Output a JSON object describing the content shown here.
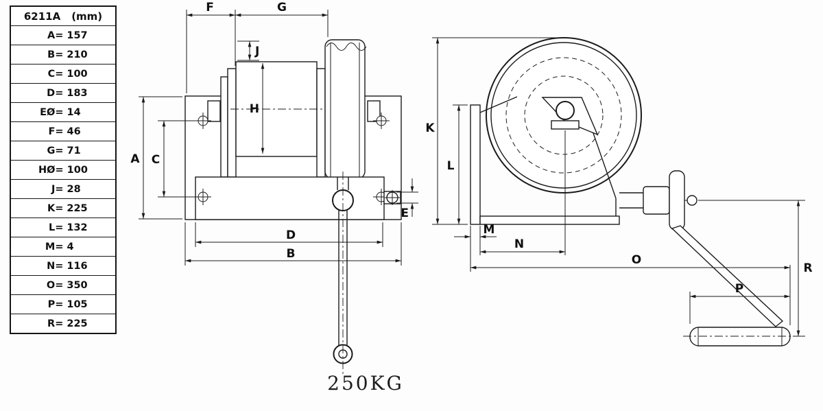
{
  "table": {
    "header": {
      "model": "6211A",
      "unit": "(mm)"
    },
    "rows": [
      {
        "label": "A=",
        "value": "157"
      },
      {
        "label": "B=",
        "value": "210"
      },
      {
        "label": "C=",
        "value": "100"
      },
      {
        "label": "D=",
        "value": "183"
      },
      {
        "label": "EØ=",
        "value": "14"
      },
      {
        "label": "F=",
        "value": "46"
      },
      {
        "label": "G=",
        "value": "71"
      },
      {
        "label": "HØ=",
        "value": "100"
      },
      {
        "label": "J=",
        "value": "28"
      },
      {
        "label": "K=",
        "value": "225"
      },
      {
        "label": "L=",
        "value": "132"
      },
      {
        "label": "M=",
        "value": "4"
      },
      {
        "label": "N=",
        "value": "116"
      },
      {
        "label": "O=",
        "value": "350"
      },
      {
        "label": "P=",
        "value": "105"
      },
      {
        "label": "R=",
        "value": "225"
      }
    ]
  },
  "drawing": {
    "capacity": "250KG",
    "line_color": "#1a1a1a",
    "front_labels": {
      "F": "F",
      "G": "G",
      "J": "J",
      "H": "H",
      "A": "A",
      "C": "C",
      "E": "E",
      "D": "D",
      "B": "B"
    },
    "side_labels": {
      "K": "K",
      "L": "L",
      "M": "M",
      "N": "N",
      "O": "O",
      "P": "P",
      "R": "R"
    }
  }
}
